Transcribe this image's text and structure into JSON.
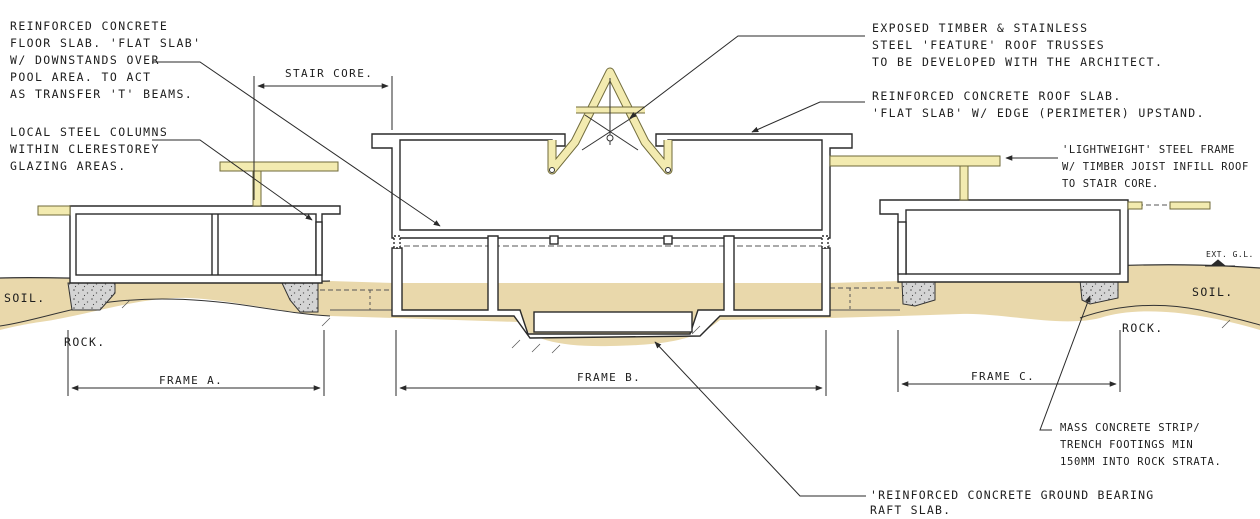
{
  "colors": {
    "ink": "#2a2a2a",
    "timber": "#f3ebb0",
    "timber_edge": "#7a7440",
    "soil": "#e8d6a8",
    "concrete_footing": "#d2d2d2"
  },
  "notes": {
    "floor_slab": [
      "Reinforced concrete",
      "floor slab. 'flat slab'",
      "w/ downstands over",
      "pool area. to act",
      "as transfer 'T' beams."
    ],
    "steel_columns": [
      "Local steel columns",
      "within clerestorey",
      "glazing areas."
    ],
    "trusses": [
      "Exposed timber & stainless",
      "steel 'feature' roof trusses",
      "to be developed with the architect."
    ],
    "roof_slab": [
      "Reinforced concrete roof slab.",
      "'Flat slab' w/ edge (perimeter) upstand."
    ],
    "steel_frame": [
      "'Lightweight' steel frame",
      "w/ timber joist infill roof",
      "to stair core."
    ],
    "ground_level": "Ext. G.L.",
    "soil_left": "Soil.",
    "soil_right": "Soil.",
    "rock_left": "Rock.",
    "rock_right": "Rock.",
    "footings": [
      "Mass concrete strip/",
      "trench footings min",
      "150mm into rock strata."
    ],
    "raft_slab": [
      "'Reinforced concrete ground bearing",
      "raft slab."
    ]
  },
  "dimensions": {
    "stair_core": "Stair core.",
    "frame_a": "Frame A.",
    "frame_b": "Frame B.",
    "frame_c": "Frame C."
  }
}
